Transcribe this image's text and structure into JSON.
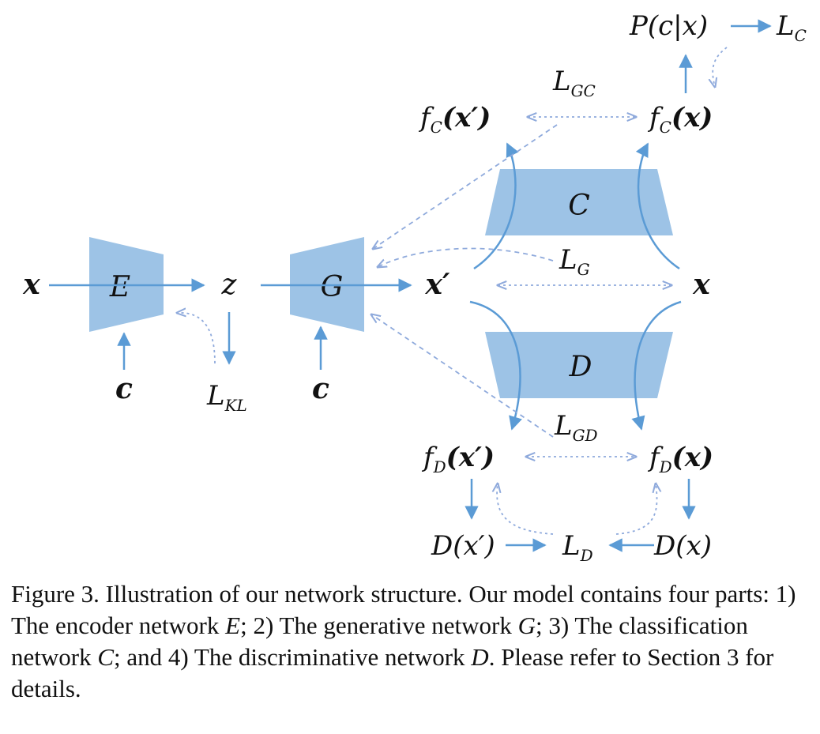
{
  "diagram": {
    "blocks": {
      "E": "E",
      "G": "G",
      "C": "C",
      "D": "D"
    },
    "nodes": {
      "x_left": "x",
      "z": "z",
      "c1": "c",
      "c2": "c",
      "L_KL": {
        "main": "L",
        "sub": "KL"
      },
      "x_prime": "x′",
      "x_right": "x",
      "fC_xp": {
        "main": "f",
        "sub": "C",
        "arg": "(x′)"
      },
      "fC_x": {
        "main": "f",
        "sub": "C",
        "arg": "(x)"
      },
      "P_cx": "P(c|x)",
      "L_C": {
        "main": "L",
        "sub": "C"
      },
      "L_GC": {
        "main": "L",
        "sub": "GC"
      },
      "L_G": {
        "main": "L",
        "sub": "G"
      },
      "L_GD": {
        "main": "L",
        "sub": "GD"
      },
      "fD_xp": {
        "main": "f",
        "sub": "D",
        "arg": "(x′)"
      },
      "fD_x": {
        "main": "f",
        "sub": "D",
        "arg": "(x)"
      },
      "D_xp": "D(x′)",
      "D_x": "D(x)",
      "L_D": {
        "main": "L",
        "sub": "D"
      }
    },
    "colors": {
      "block": "#9dc3e6",
      "arrow": "#5b9bd5",
      "dashed": "#8faadc"
    }
  },
  "caption": {
    "part1": "Figure 3. Illustration of our network structure. Our model contains four parts: 1) The encoder network ",
    "E": "E",
    "part2": "; 2) The generative network ",
    "G": "G",
    "part3": "; 3) The classification network ",
    "C": "C",
    "part4": "; and 4) The discriminative network ",
    "D": "D",
    "part5": ". Please refer to Section 3 for details."
  }
}
